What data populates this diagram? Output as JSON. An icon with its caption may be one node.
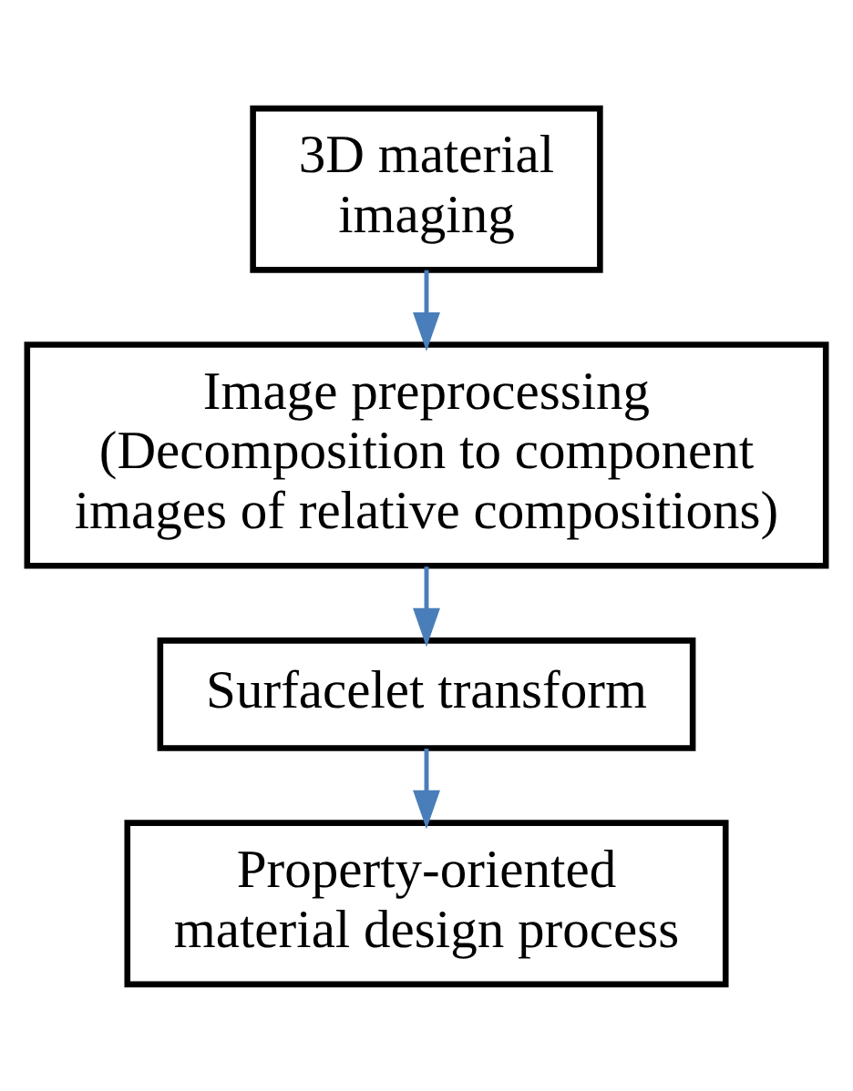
{
  "diagram": {
    "nodes": [
      {
        "text": [
          "3D material imaging"
        ]
      },
      {
        "text": [
          "Image preprocessing",
          "(Decomposition to component images of relative compositions)"
        ]
      },
      {
        "text": [
          "Surfacelet transform"
        ]
      },
      {
        "text": [
          "Property-oriented material design process"
        ]
      }
    ],
    "edges": [
      {
        "from": 0,
        "to": 1,
        "arrow": "to"
      },
      {
        "from": 1,
        "to": 2,
        "arrow": "to"
      },
      {
        "from": 2,
        "to": 3,
        "arrow": "to"
      }
    ]
  }
}
